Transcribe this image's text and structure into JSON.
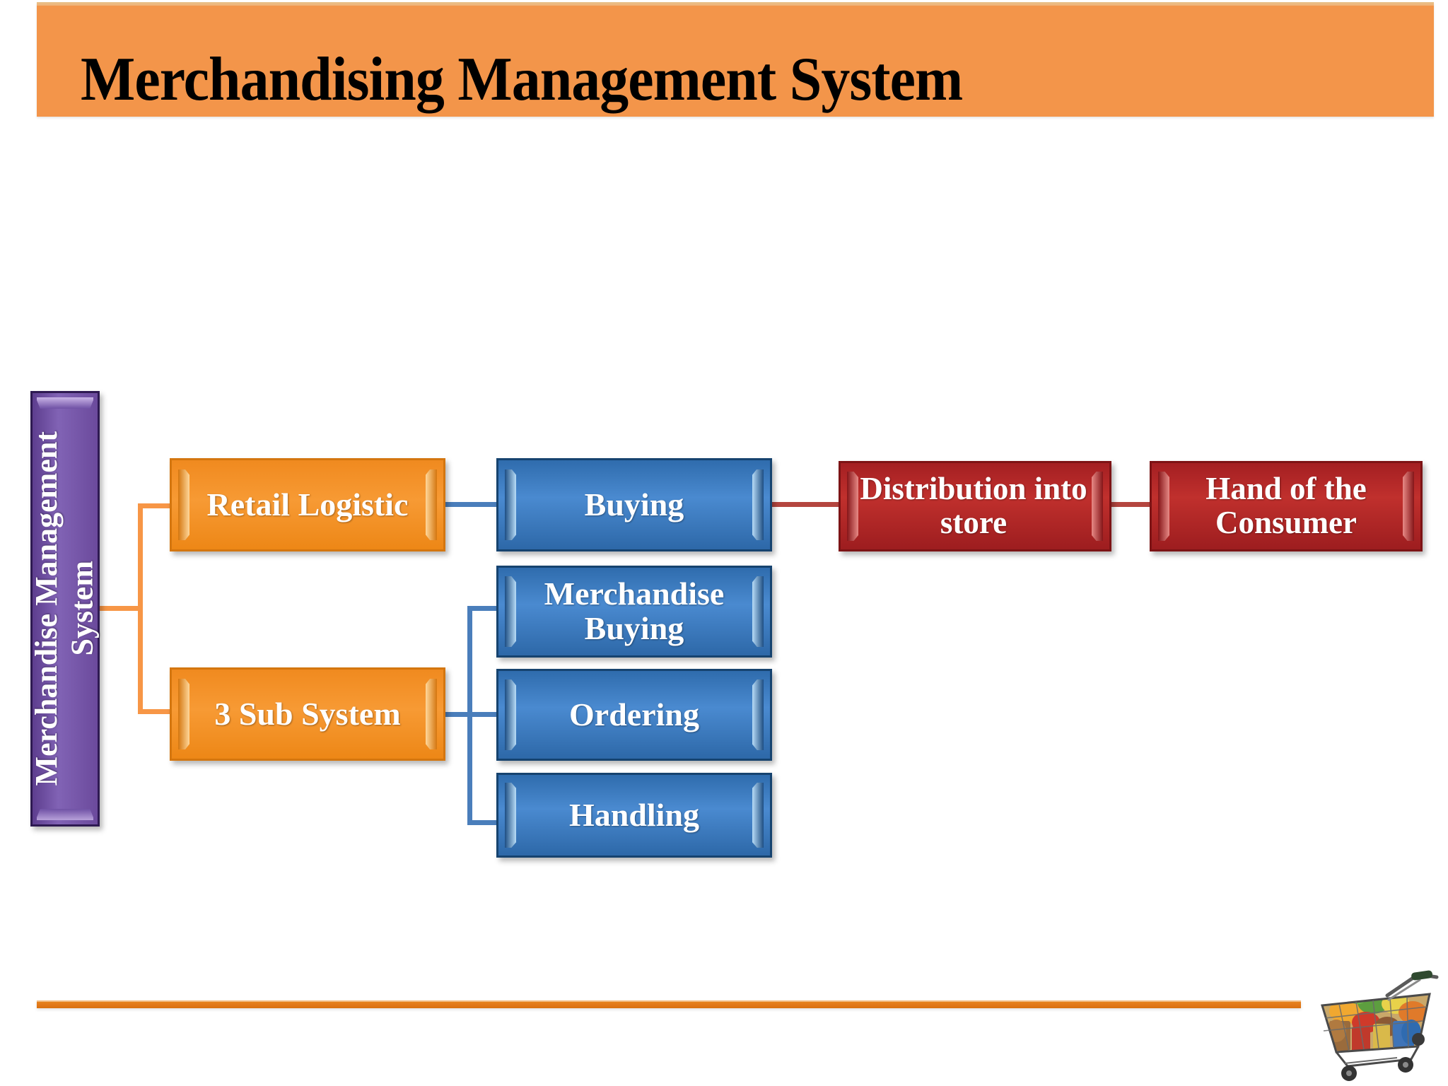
{
  "slide": {
    "title": "Merchandising Management System",
    "background_color": "#ffffff",
    "banner_color": "#f3954a",
    "rule_color": "#e2791a"
  },
  "diagram": {
    "type": "hierarchy-flow",
    "root": {
      "id": "spine",
      "label": "Merchandise Management\nSystem",
      "color": "#6b4a9c",
      "orientation": "vertical-rotated"
    },
    "level1": [
      {
        "id": "retail-logistic",
        "label": "Retail Logistic",
        "color": "#f79a34"
      },
      {
        "id": "three-sub-system",
        "label": "3 Sub System",
        "color": "#f79a34"
      }
    ],
    "level2": [
      {
        "id": "buying",
        "label": "Buying",
        "color": "#4a8ad0",
        "parent": "retail-logistic"
      },
      {
        "id": "merchandise-buying",
        "label": "Merchandise\nBuying",
        "color": "#4a8ad0",
        "parent": "three-sub-system"
      },
      {
        "id": "ordering",
        "label": "Ordering",
        "color": "#4a8ad0",
        "parent": "three-sub-system"
      },
      {
        "id": "handling",
        "label": "Handling",
        "color": "#4a8ad0",
        "parent": "three-sub-system"
      }
    ],
    "level3": [
      {
        "id": "distribution-into-store",
        "label": "Distribution into\nstore",
        "color": "#c0302d",
        "parent": "buying"
      },
      {
        "id": "hand-of-the-consumer",
        "label": "Hand of the\nConsumer",
        "color": "#c0302d",
        "parent": "distribution-into-store"
      }
    ],
    "connector_colors": {
      "orange": "#f79646",
      "blue": "#4a7ebb",
      "red": "#b4453f"
    }
  },
  "decoration": {
    "cart_icon": "shopping-cart-with-groceries"
  }
}
